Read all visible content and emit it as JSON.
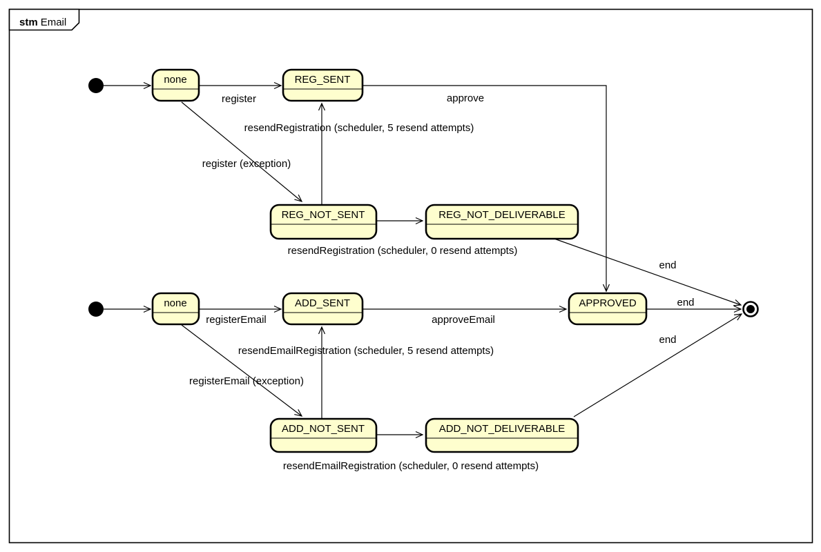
{
  "frame": {
    "keyword": "stm",
    "name": "Email"
  },
  "colors": {
    "state_fill": "#FEFECE",
    "state_border": "#000000",
    "line": "#000000",
    "background": "#FFFFFF",
    "text": "#000000"
  },
  "states": {
    "none_reg": {
      "label": "none"
    },
    "reg_sent": {
      "label": "REG_SENT"
    },
    "reg_not_sent": {
      "label": "REG_NOT_SENT"
    },
    "reg_not_deliverable": {
      "label": "REG_NOT_DELIVERABLE"
    },
    "approved": {
      "label": "APPROVED"
    },
    "none_add": {
      "label": "none"
    },
    "add_sent": {
      "label": "ADD_SENT"
    },
    "add_not_sent": {
      "label": "ADD_NOT_SENT"
    },
    "add_not_deliverable": {
      "label": "ADD_NOT_DELIVERABLE"
    }
  },
  "transitions": {
    "register": {
      "label": "register"
    },
    "register_exception": {
      "label": "register (exception)"
    },
    "resend_registration_5": {
      "label": "resendRegistration (scheduler, 5 resend attempts)"
    },
    "resend_registration_0": {
      "label": "resendRegistration (scheduler, 0 resend attempts)"
    },
    "approve": {
      "label": "approve"
    },
    "end_reg_not_deliverable": {
      "label": "end"
    },
    "end_approved": {
      "label": "end"
    },
    "end_add_not_deliverable": {
      "label": "end"
    },
    "register_email": {
      "label": "registerEmail"
    },
    "register_email_exception": {
      "label": "registerEmail (exception)"
    },
    "resend_email_registration_5": {
      "label": "resendEmailRegistration (scheduler, 5 resend attempts)"
    },
    "resend_email_registration_0": {
      "label": "resendEmailRegistration (scheduler, 0 resend attempts)"
    },
    "approve_email": {
      "label": "approveEmail"
    }
  }
}
